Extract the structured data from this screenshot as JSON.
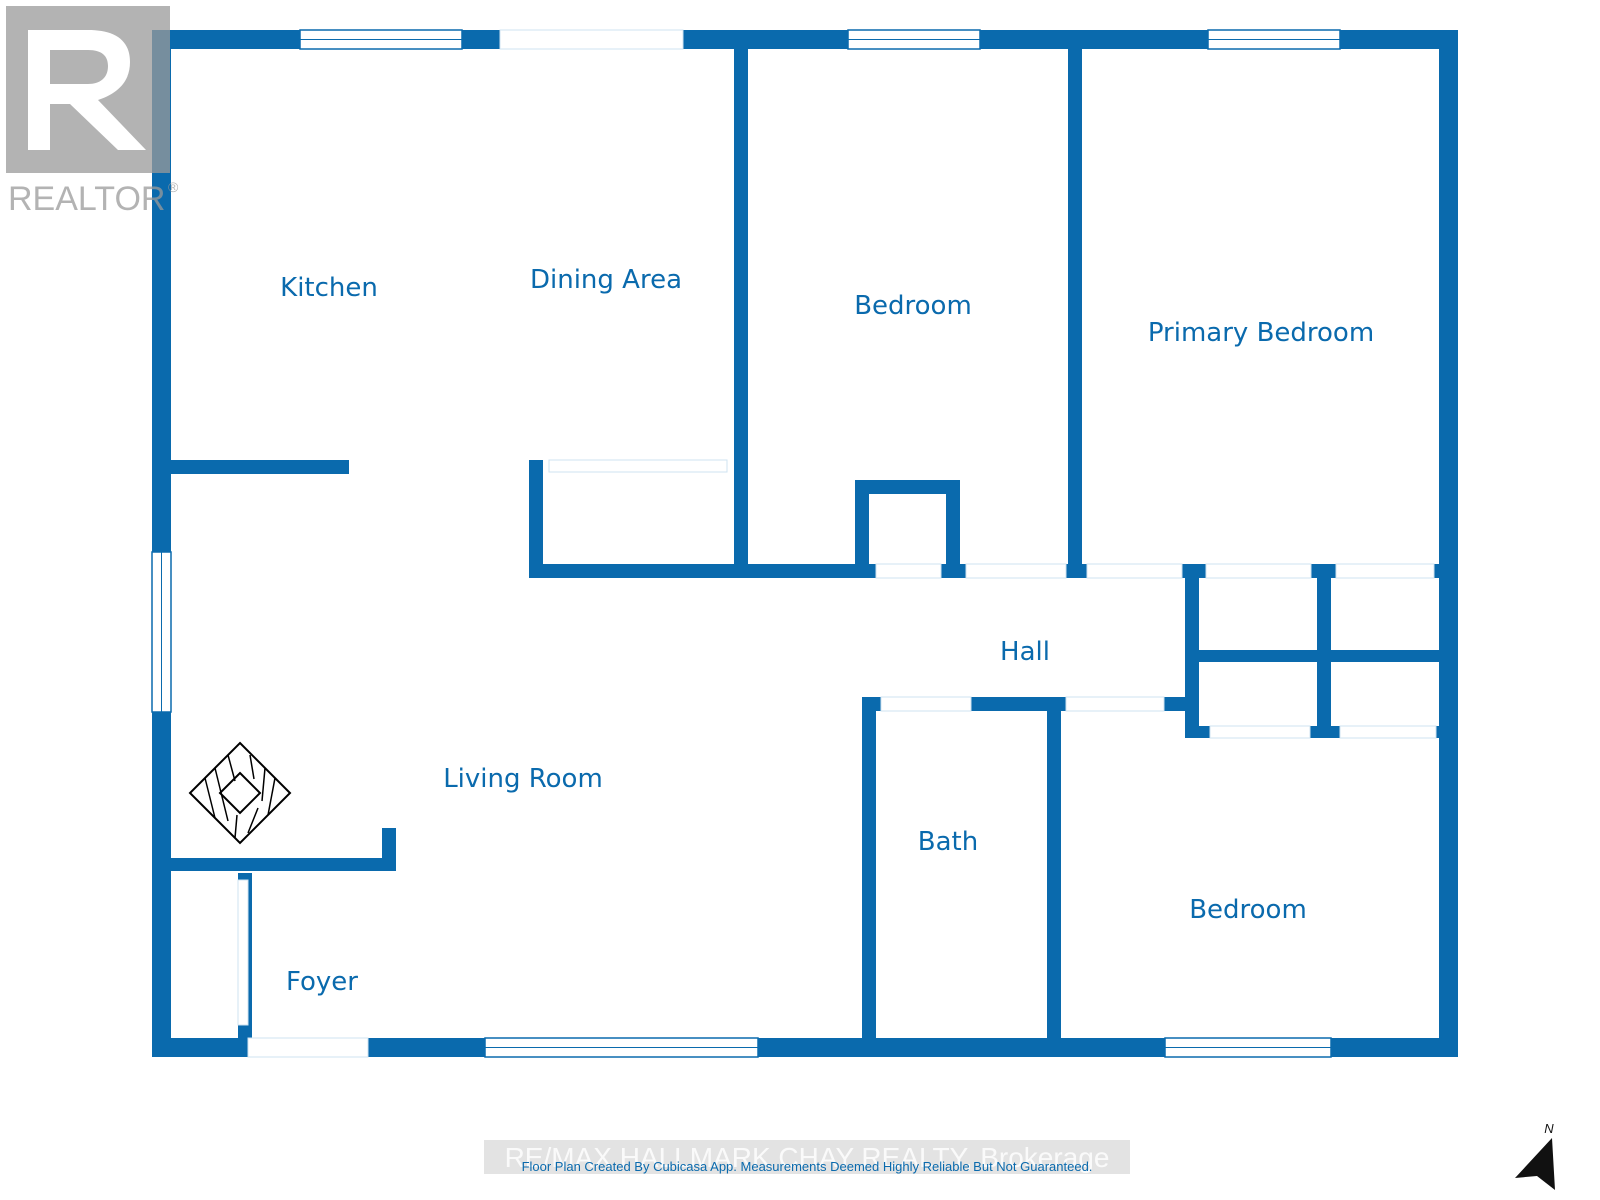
{
  "rooms": {
    "kitchen": "Kitchen",
    "dining": "Dining Area",
    "bedroom_1": "Bedroom",
    "primary_bedroom": "Primary Bedroom",
    "hall": "Hall",
    "living": "Living Room",
    "bath": "Bath",
    "bedroom_2": "Bedroom",
    "foyer": "Foyer"
  },
  "logo": {
    "text": "REALTOR",
    "mark": "®"
  },
  "watermark": "RE/MAX HALLMARK CHAY REALTY, Brokerage",
  "credit": "Floor Plan Created By Cubicasa App. Measurements Deemed Highly Reliable But Not Guaranteed.",
  "compass": {
    "label": "N",
    "icon": "north-arrow-icon"
  },
  "colors": {
    "wall": "#0a6aad",
    "label": "#0a6aad",
    "logo": "#9a9a9a",
    "window": "#0a6aad"
  }
}
